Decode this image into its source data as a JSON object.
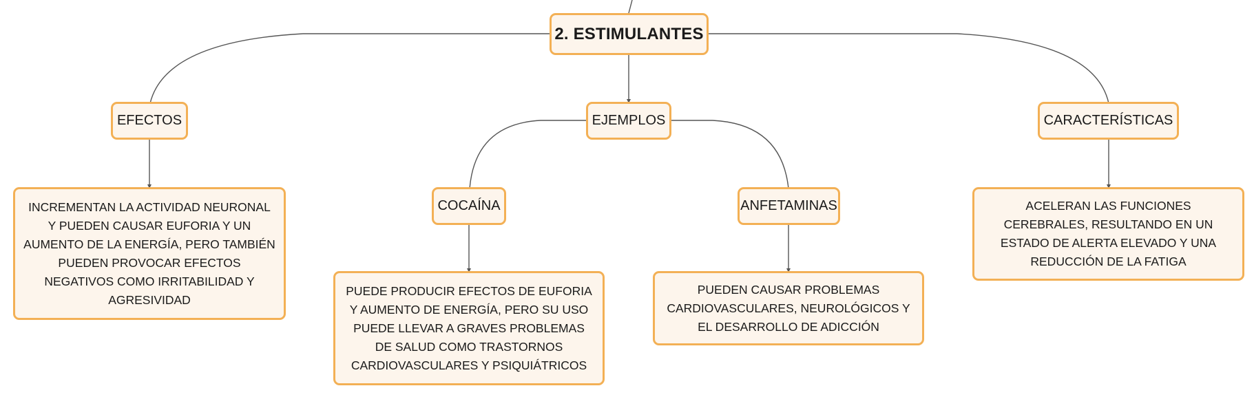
{
  "colors": {
    "node_fill": "#fdf5ec",
    "node_border": "#f3b055",
    "connector": "#555555"
  },
  "diagram": {
    "root": "2. ESTIMULANTES",
    "branches": {
      "efectos": {
        "label": "EFECTOS",
        "detail": "INCREMENTAN LA ACTIVIDAD NEURONAL Y PUEDEN CAUSAR EUFORIA Y UN AUMENTO DE LA ENERGÍA, PERO TAMBIÉN PUEDEN PROVOCAR EFECTOS NEGATIVOS COMO IRRITABILIDAD Y AGRESIVIDAD"
      },
      "ejemplos": {
        "label": "EJEMPLOS",
        "cocaina": {
          "label": "COCAÍNA",
          "detail": "PUEDE PRODUCIR EFECTOS DE EUFORIA Y AUMENTO DE ENERGÍA, PERO SU USO PUEDE LLEVAR A GRAVES PROBLEMAS DE SALUD COMO TRASTORNOS CARDIOVASCULARES Y PSIQUIÁTRICOS"
        },
        "anfetaminas": {
          "label": "ANFETAMINAS",
          "detail": "PUEDEN CAUSAR PROBLEMAS CARDIOVASCULARES, NEUROLÓGICOS Y EL DESARROLLO DE ADICCIÓN"
        }
      },
      "caracteristicas": {
        "label": "CARACTERÍSTICAS",
        "detail": "ACELERAN LAS FUNCIONES CEREBRALES, RESULTANDO EN UN ESTADO DE ALERTA ELEVADO Y UNA REDUCCIÓN DE LA FATIGA"
      }
    }
  }
}
